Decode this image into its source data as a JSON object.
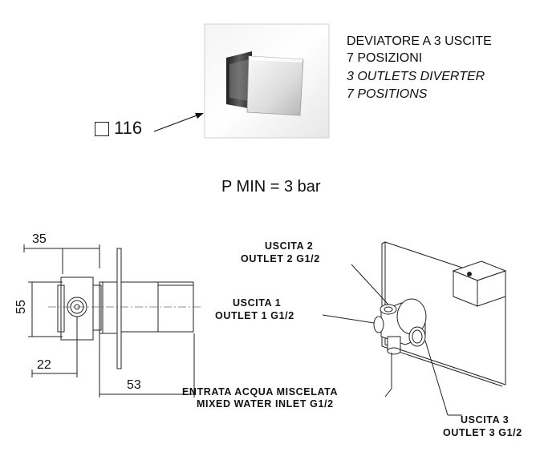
{
  "product": {
    "title_lines": [
      "DEVIATORE A 3 USCITE",
      "7 POSIZIONI",
      "3 OUTLETS DIVERTER",
      "7 POSITIONS"
    ],
    "plate_size": "116",
    "pressure": "P MIN = 3 bar"
  },
  "dimensions": {
    "top": "35",
    "height": "55",
    "bottom": "22",
    "depth": "53"
  },
  "callouts": {
    "outlet2_line1": "USCITA 2",
    "outlet2_line2": "OUTLET 2  G1/2",
    "outlet1_line1": "USCITA 1",
    "outlet1_line2": "OUTLET 1 G1/2",
    "inlet_line1": "ENTRATA ACQUA MISCELATA",
    "inlet_line2": "MIXED WATER INLET  G1/2",
    "outlet3_line1": "USCITA 3",
    "outlet3_line2": "OUTLET 3  G1/2"
  }
}
